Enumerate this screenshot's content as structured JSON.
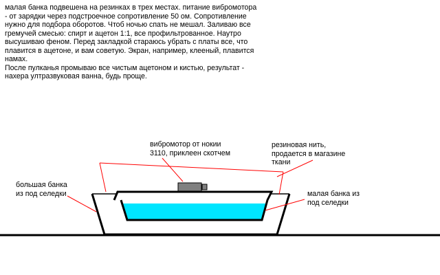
{
  "description_lines": [
    "малая банка подвешена на резинках в трех местах. питание вибромотора",
    "- от зарядки через подстроечное сопротивление 50 ом. Сопротивление",
    "нужно для подбора оборотов. Чтоб ночью спать не мешал. Заливаю все",
    "гремучей смесью: спирт и ацетон 1:1, все профильтрованное. Наутро",
    "высушиваю феном. Перед закладкой стараюсь убрать с платы все, что",
    "плавится в ацетоне, и вам советую. Экран, например, клееный, плавится",
    "намах.",
    "После пулканья промываю все чистым ацетоном и кистью, результат -",
    "нахера ултразвуковая ванна, будь проще."
  ],
  "labels": {
    "motor": [
      "вибромотор от нокии",
      "3110, приклеен скотчем"
    ],
    "rubber_thread": [
      "резиновая нить,",
      "продается в магазине",
      "ткани"
    ],
    "big_jar": [
      "большая банка",
      "из под селедки"
    ],
    "small_jar": [
      "малая банка из",
      "под селедки"
    ]
  },
  "colors": {
    "leader_line": "#ff0000",
    "liquid": "#00e5ff",
    "outline": "#000000",
    "motor": "#808080"
  }
}
